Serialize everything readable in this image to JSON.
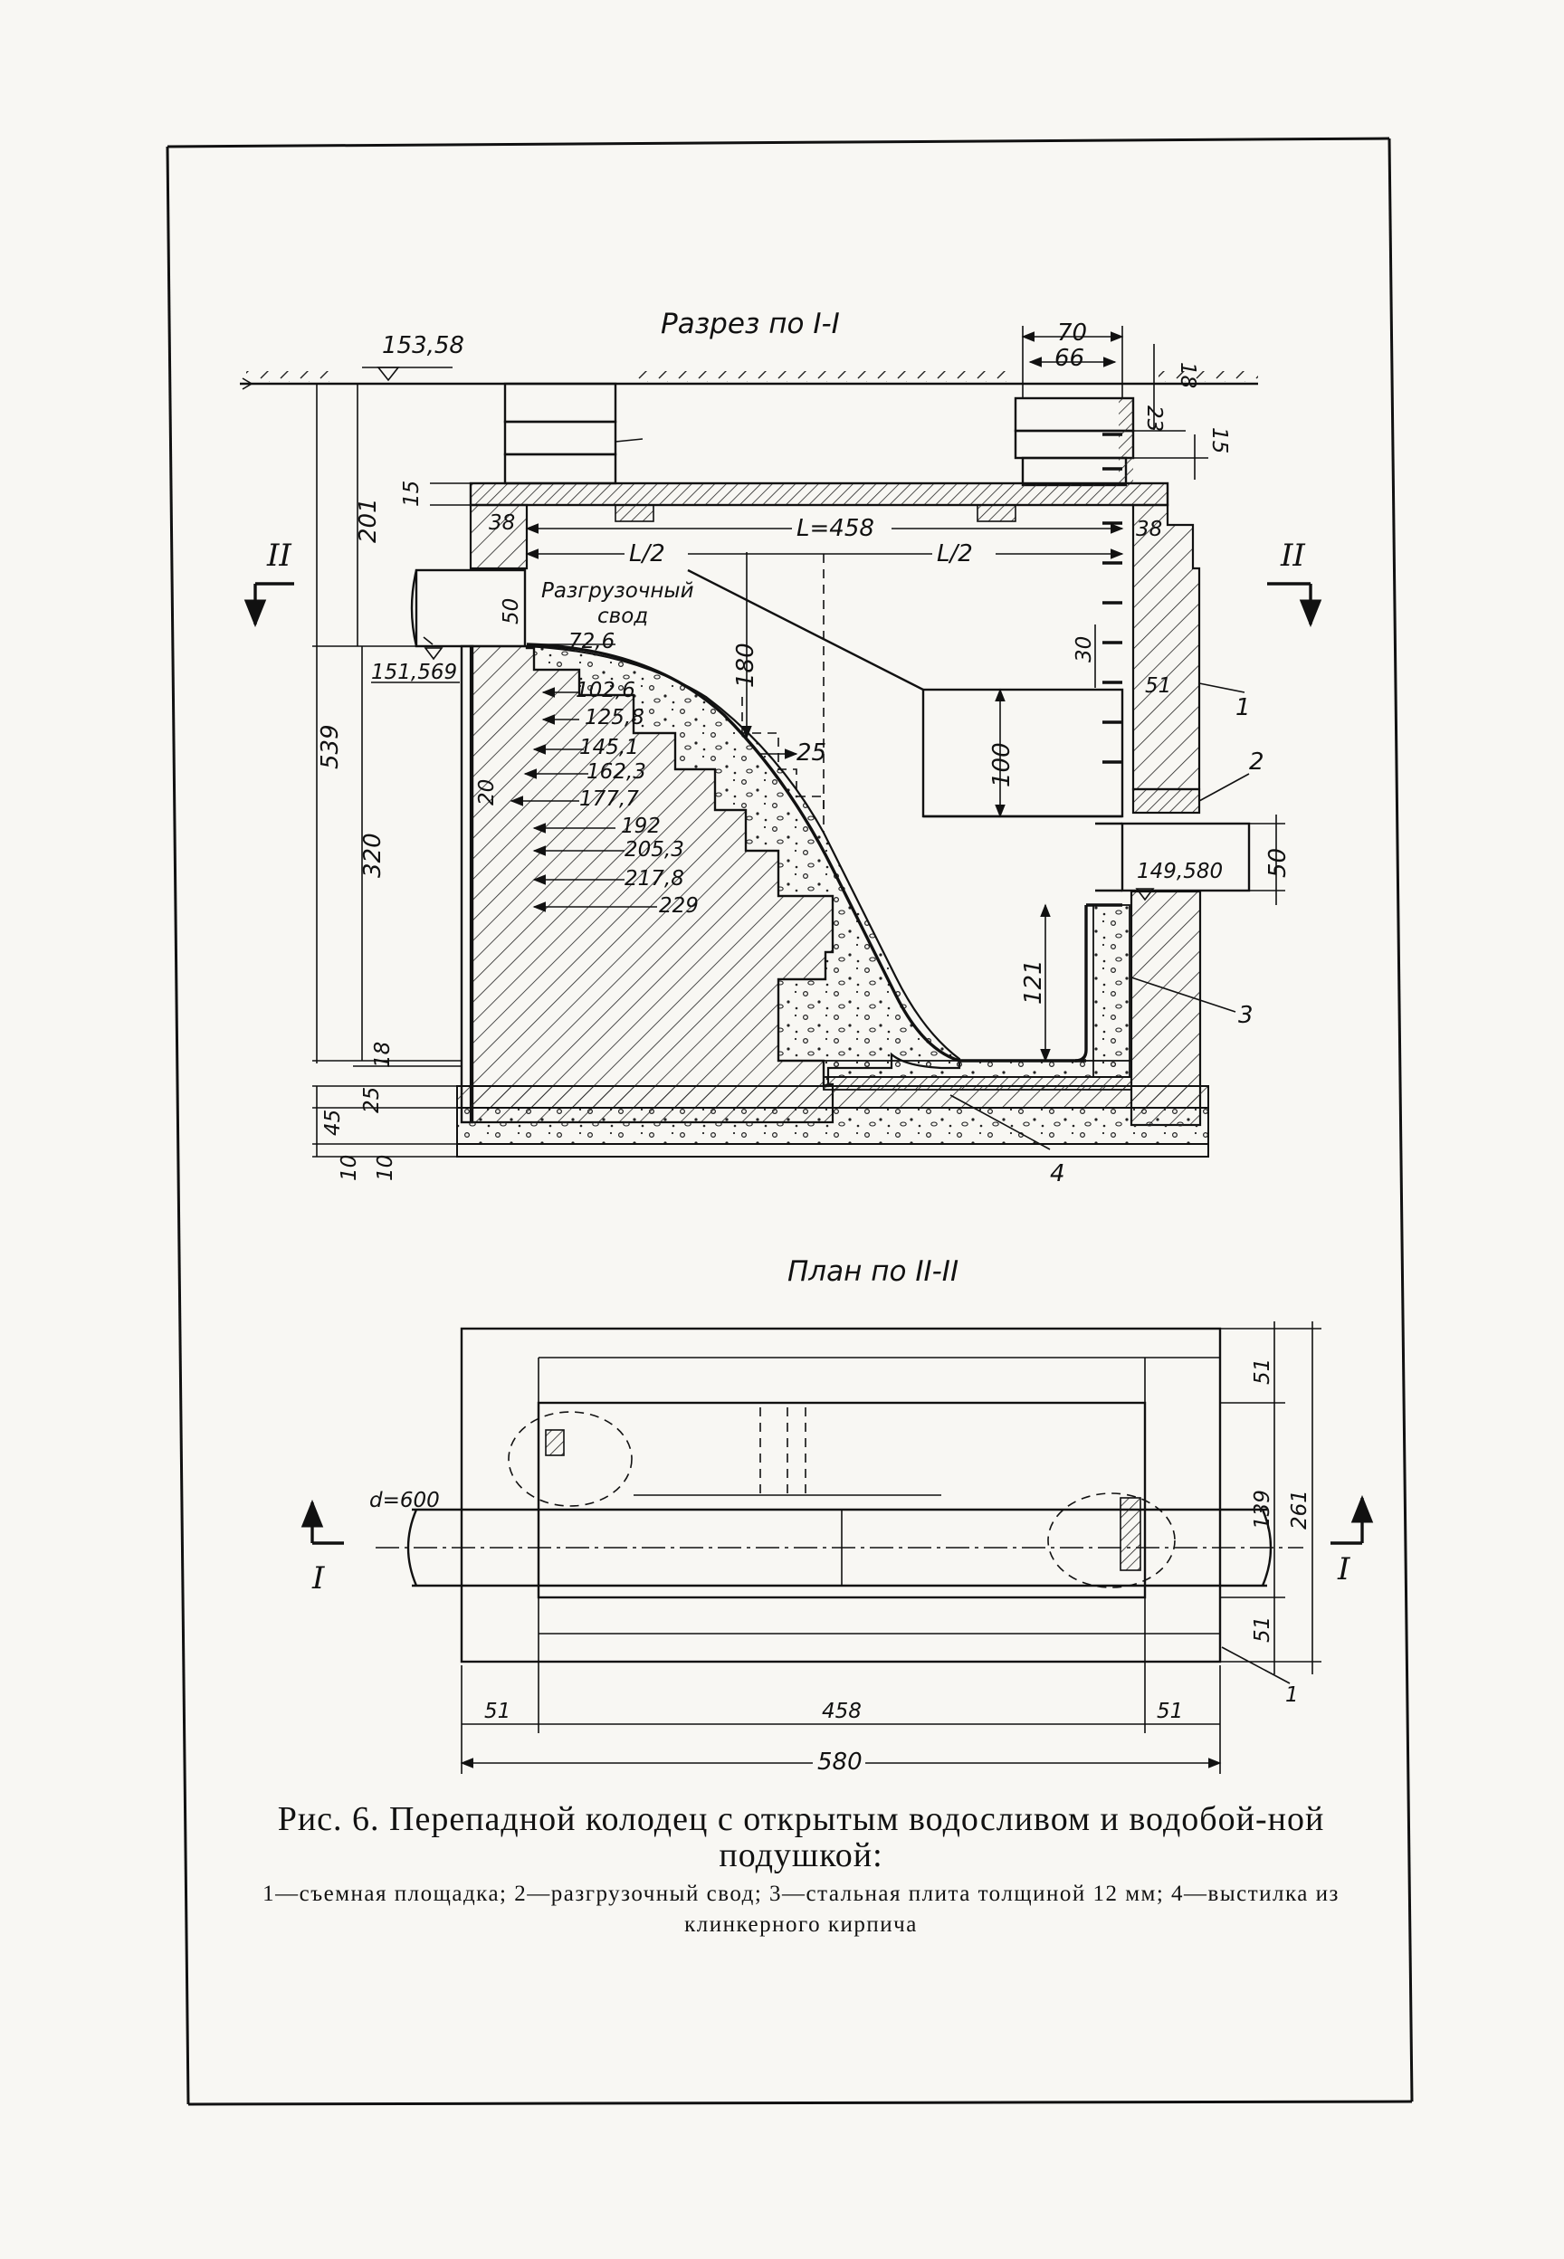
{
  "section_view": {
    "title": "Разрез по I-I",
    "ground_mark": "153,58",
    "inlet_mark": "151,569",
    "outlet_mark": "149,580",
    "relief_arch_label": [
      "Разгрузочный",
      "свод"
    ],
    "span_label": "L=458",
    "half_span_label": "L/2",
    "section_marker": "II",
    "dims": {
      "hatch_top_outer": "70",
      "hatch_top_inner": "66",
      "d18_top": "18",
      "d23": "23",
      "d15_right": "15",
      "d15_left": "15",
      "d38_left": "38",
      "d38_right": "38",
      "d201": "201",
      "d539": "539",
      "d320": "320",
      "d50_left": "50",
      "d180": "180",
      "d30": "30",
      "d51": "51",
      "d25": "25",
      "d100": "100",
      "d20": "20",
      "d50_right": "50",
      "d121": "121",
      "d18_bottom": "18",
      "d45": "45",
      "d25_base": "25",
      "d10_a": "10",
      "d10_b": "10"
    },
    "profile_ordinates": [
      "72,6",
      "102,6",
      "125,8",
      "145,1",
      "162,3",
      "177,7",
      "192",
      "205,3",
      "217,8",
      "229"
    ],
    "callouts": [
      "1",
      "2",
      "3",
      "4"
    ]
  },
  "plan_view": {
    "title": "План по II-II",
    "pipe_label": "d=600",
    "section_marker": "I",
    "dims": {
      "d51_top": "51",
      "d139": "139",
      "d261": "261",
      "d51_bottom": "51",
      "d51_left": "51",
      "d458": "458",
      "d51_right": "51",
      "d580": "580"
    },
    "callout": "1"
  },
  "caption": {
    "title": "Рис. 6. Перепадной колодец с открытым водосливом и водобой-ной подушкой:",
    "legend": "1—съемная площадка; 2—разгрузочный свод; 3—стальная плита толщиной 12 мм; 4—выстилка из клинкерного кирпича"
  }
}
